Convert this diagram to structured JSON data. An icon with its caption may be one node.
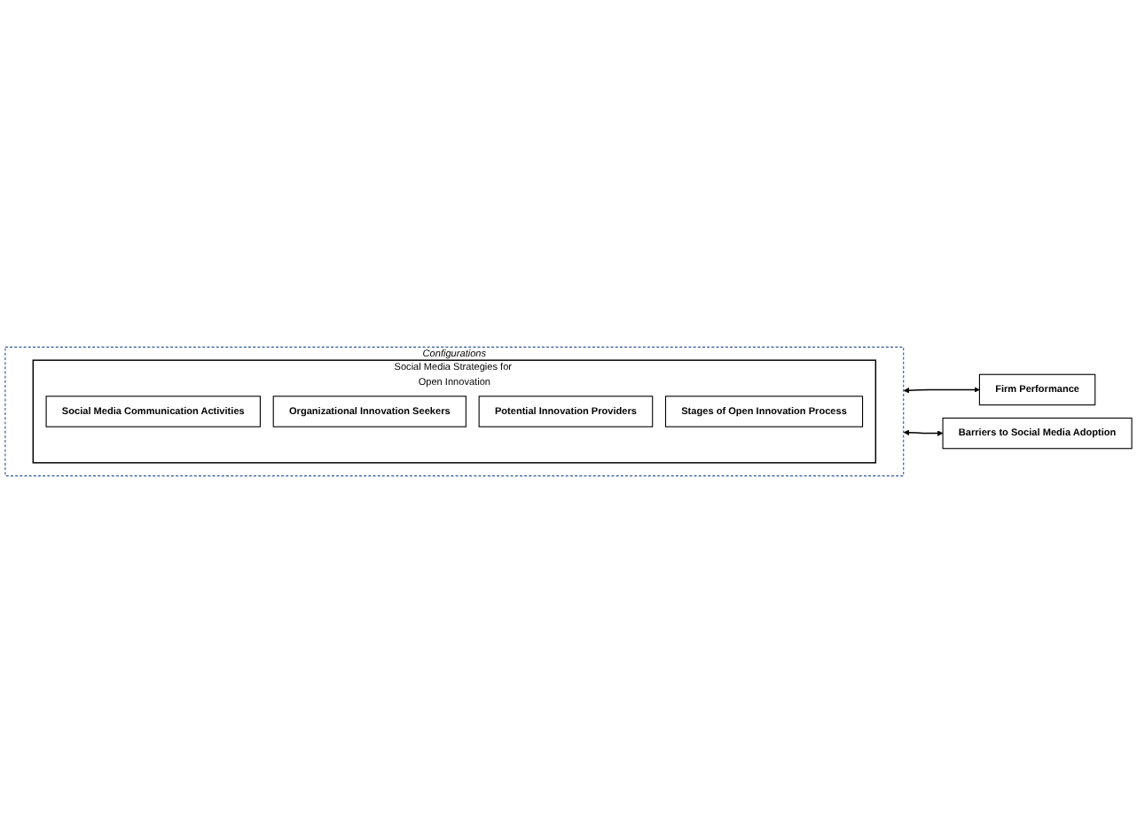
{
  "diagram": {
    "nodes": [
      {
        "text": [
          "Configurations"
        ]
      },
      {
        "text": [
          "Social Media Strategies for Open Innovation"
        ],
        "in": 0
      },
      {
        "text": [
          "Social Media Communication Activities"
        ],
        "in": 1
      },
      {
        "text": [
          "Organizational Innovation Seekers"
        ],
        "in": 1
      },
      {
        "text": [
          "Potential Innovation Providers"
        ],
        "in": 1
      },
      {
        "text": [
          "Stages of Open Innovation Process"
        ],
        "in": 1
      },
      {
        "text": [
          "Firm Performance"
        ]
      },
      {
        "text": [
          "Barriers to Social Media Adoption"
        ]
      }
    ],
    "edges": [
      {
        "from": 0,
        "to": 6,
        "arrow": "both"
      },
      {
        "from": 0,
        "to": 7,
        "arrow": "both"
      }
    ]
  }
}
